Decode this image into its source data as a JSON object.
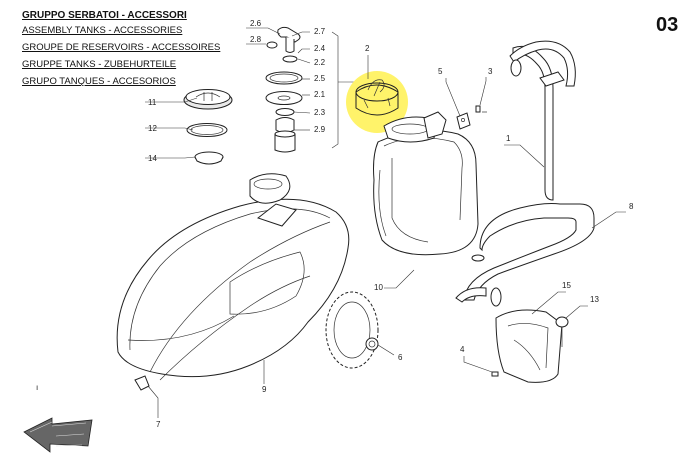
{
  "header": {
    "title_it": "GRUPPO SERBATOI - ACCESSORI",
    "title_en": "ASSEMBLY TANKS - ACCESSORIES",
    "title_fr": "GROUPE DE RESERVOIRS - ACCESSOIRES",
    "title_de": "GRUPPE TANKS - ZUBEHURTEILE",
    "title_es": "GRUPO TANQUES - ACCESORIOS"
  },
  "page_number": "03",
  "highlight_color": "#fff36a",
  "callouts": {
    "c1": "1",
    "c2": "2",
    "c3": "3",
    "c4": "4",
    "c5": "5",
    "c6": "6",
    "c7": "7",
    "c8": "8",
    "c9": "9",
    "c10": "10",
    "c11": "11",
    "c12": "12",
    "c13": "13",
    "c14": "14",
    "c15": "15",
    "c21": "2.1",
    "c22": "2.2",
    "c23": "2.3",
    "c24": "2.4",
    "c25": "2.5",
    "c26": "2.6",
    "c27": "2.7",
    "c28": "2.8",
    "c29": "2.9"
  },
  "misc_mark": "ı"
}
